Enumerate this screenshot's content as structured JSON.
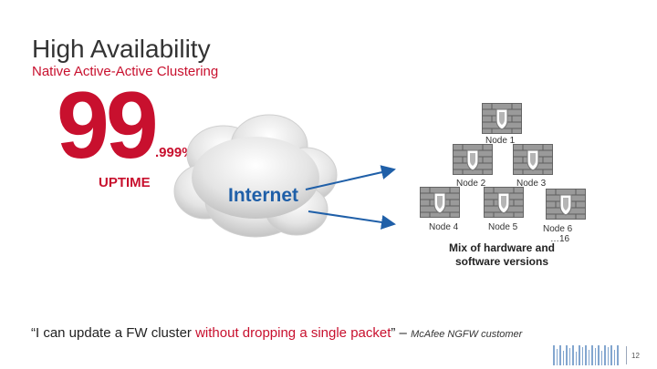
{
  "slide": {
    "title": "High Availability",
    "subtitle": "Native Active-Active Clustering",
    "uptime_big": "99",
    "uptime_decimal": ".999%",
    "uptime_label": "UPTIME",
    "cloud_label": "Internet",
    "nodes": [
      {
        "label": "Node 1"
      },
      {
        "label": "Node 2"
      },
      {
        "label": "Node 3"
      },
      {
        "label": "Node 4"
      },
      {
        "label": "Node 5"
      },
      {
        "label": "Node 6"
      },
      {
        "label": "…16"
      }
    ],
    "mix_text": "Mix of hardware and software versions",
    "quote_start": "“I can update a FW cluster ",
    "quote_highlight": "without dropping a single packet",
    "quote_end": "” – ",
    "quote_source": "McAfee NGFW customer",
    "page_number": "12"
  },
  "colors": {
    "accent": "#c8102e",
    "internet_blue": "#1f5fa8",
    "firewall_gray": "#8c8c8c"
  },
  "icons": [
    "cloud-icon",
    "firewall-icon",
    "shield-icon",
    "arrow-icon"
  ]
}
